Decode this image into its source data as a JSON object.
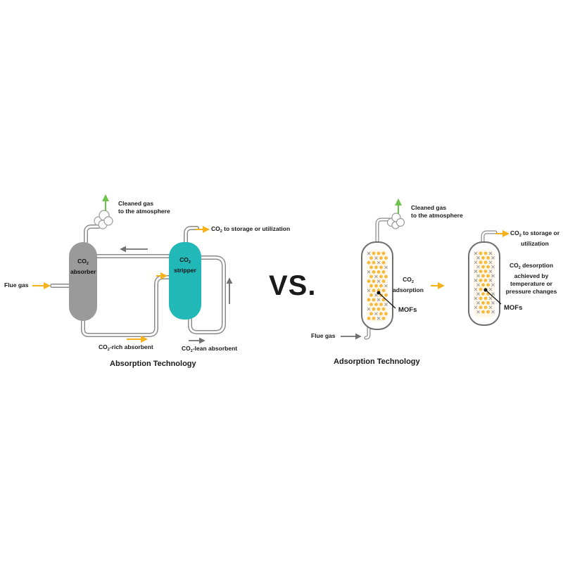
{
  "left": {
    "title": "Absorption Technology",
    "absorber": {
      "line1": "CO",
      "sub": "2",
      "line2": "absorber"
    },
    "stripper": {
      "line1": "CO",
      "sub": "2",
      "line2": "stripper"
    },
    "flue_gas": "Flue gas",
    "cleaned_gas": {
      "line1": "Cleaned gas",
      "line2": "to the atmosphere"
    },
    "storage": {
      "pre": "CO",
      "sub": "2",
      "post": " to  storage or utilization"
    },
    "rich": {
      "pre": "CO",
      "sub": "2",
      "post": "-rich absorbent"
    },
    "lean": {
      "pre": "CO",
      "sub": "2",
      "post": "-lean absorbent"
    }
  },
  "vs": "VS.",
  "right": {
    "title": "Adsorption Technology",
    "cleaned_gas": {
      "line1": "Cleaned gas",
      "line2": "to the atmosphere"
    },
    "adsorption": {
      "line1": "CO",
      "sub": "2",
      "line2": "adsorption"
    },
    "mofs_left": "MOFs",
    "flue_gas": "Flue gas",
    "storage": {
      "pre": "CO",
      "sub": "2",
      "post": " to  storage or",
      "line2": "utilization"
    },
    "desorption": {
      "pre": "CO",
      "sub": "2",
      "post": " desorption",
      "line2": "achieved by",
      "line3": "temperature or",
      "line4": "pressure changes"
    },
    "mofs_right": "MOFs"
  },
  "colors": {
    "absorber": "#9a9a9a",
    "stripper": "#22b8b8",
    "arrow_yellow": "#f5b21b",
    "arrow_green": "#6cc24a",
    "arrow_gray": "#707070",
    "mof": "#f6b93b"
  }
}
